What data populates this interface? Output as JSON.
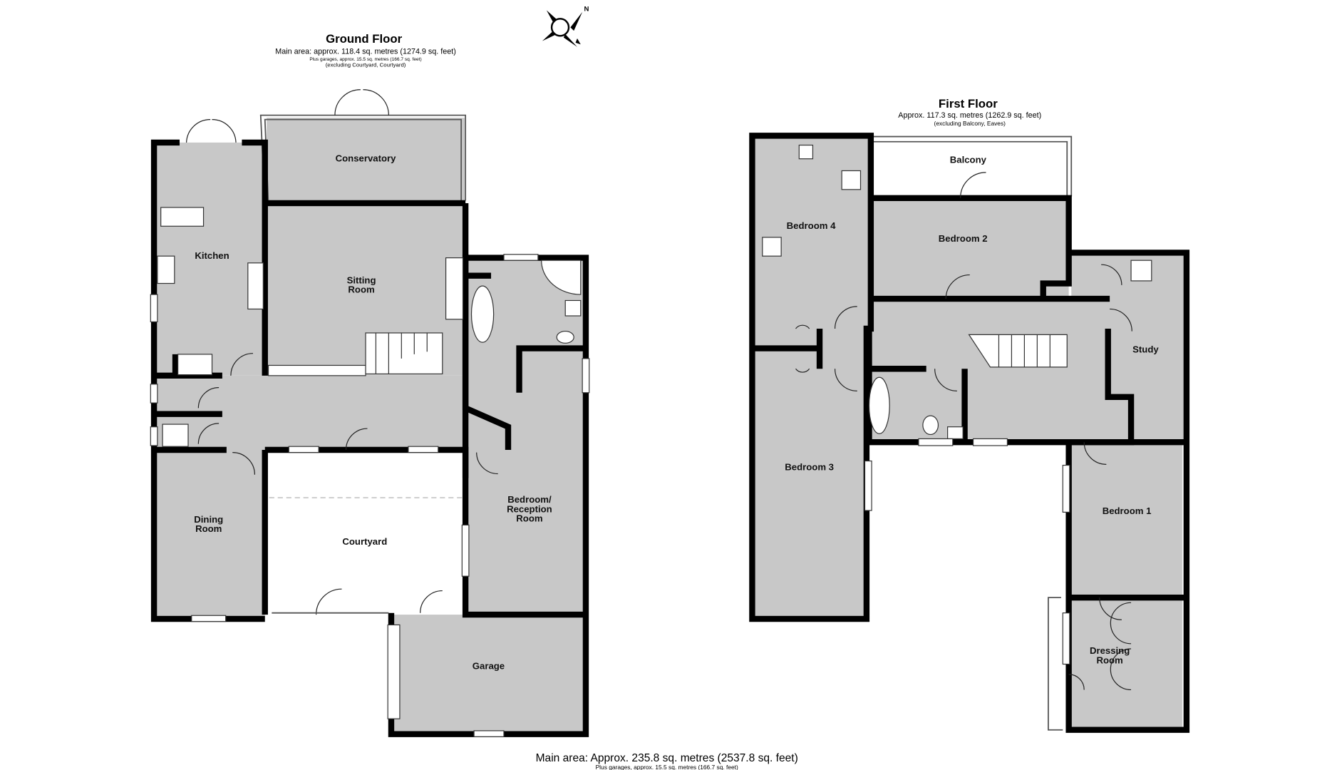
{
  "ground_floor": {
    "title": "Ground Floor",
    "main_area": "Main area: approx. 118.4 sq. metres (1274.9 sq. feet)",
    "garages": "Plus garages, approx. 15.5 sq. metres (166.7 sq. feet)",
    "excluding": "(excluding Courtyard, Courtyard)",
    "rooms": {
      "conservatory": "Conservatory",
      "kitchen": "Kitchen",
      "sitting_1": "Sitting",
      "sitting_2": "Room",
      "dining_1": "Dining",
      "dining_2": "Room",
      "courtyard": "Courtyard",
      "bedroom_reception_1": "Bedroom/",
      "bedroom_reception_2": "Reception",
      "bedroom_reception_3": "Room",
      "garage": "Garage"
    }
  },
  "first_floor": {
    "title": "First Floor",
    "area": "Approx. 117.3 sq. metres (1262.9 sq. feet)",
    "excluding": "(excluding Balcony, Eaves)",
    "rooms": {
      "balcony": "Balcony",
      "bedroom4": "Bedroom 4",
      "bedroom2": "Bedroom 2",
      "study": "Study",
      "bedroom3": "Bedroom 3",
      "bedroom1": "Bedroom 1",
      "dressing_1": "Dressing",
      "dressing_2": "Room"
    }
  },
  "footer": {
    "main_area": "Main area: Approx. 235.8 sq. metres (2537.8 sq. feet)",
    "garages": "Plus garages, approx. 15.5 sq. metres (166.7 sq. feet)"
  },
  "compass": {
    "north_label": "N"
  }
}
